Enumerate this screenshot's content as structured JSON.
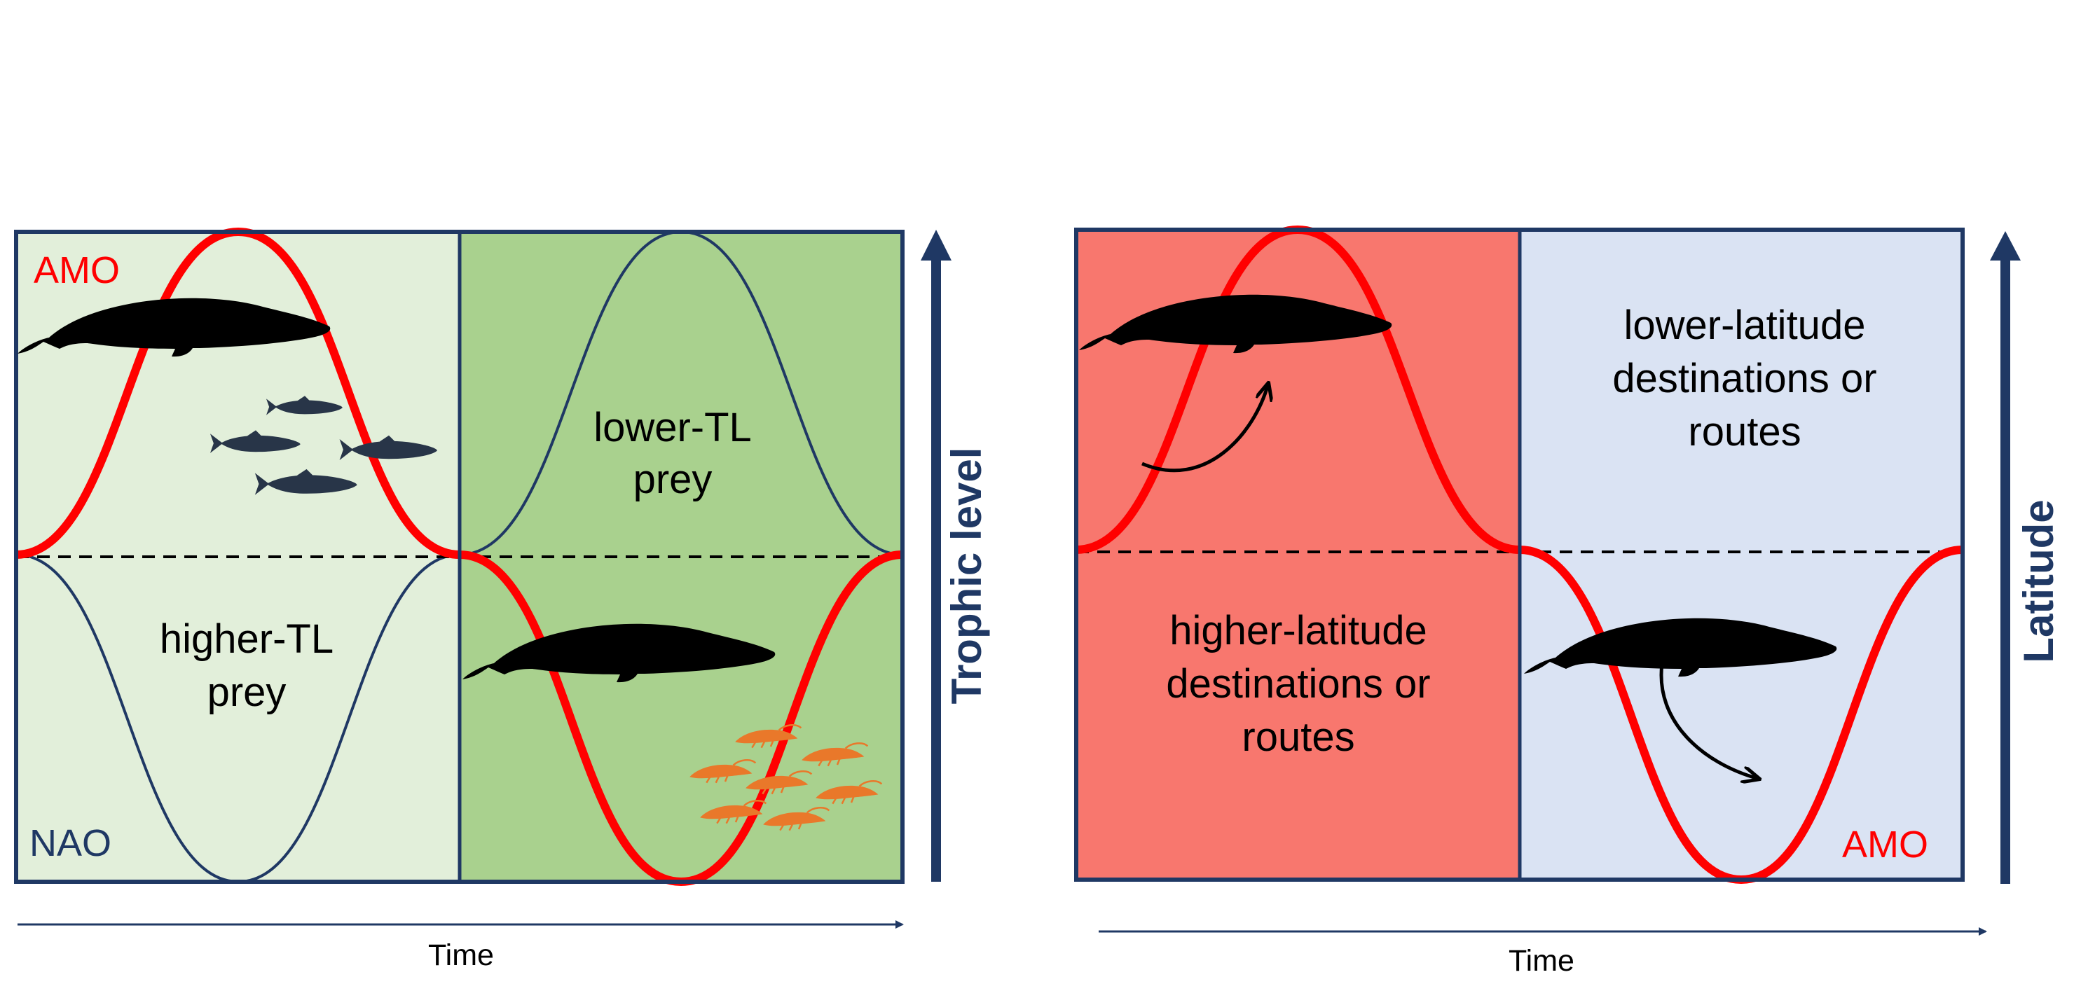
{
  "colors": {
    "frame": "#1f3864",
    "amo_curve": "#ff0000",
    "light_green": "#e2efda",
    "mid_green": "#a9d18e",
    "salmon": "#f8776e",
    "light_blue": "#dae3f3",
    "silhouette": "#000000",
    "forage_fish": "#283548",
    "krill": "#e9782a"
  },
  "left_panel": {
    "amo_label": "AMO",
    "nao_label": "NAO",
    "higher_prey_line1": "higher-TL",
    "higher_prey_line2": "prey",
    "lower_prey_line1": "lower-TL",
    "lower_prey_line2": "prey",
    "x_axis_label": "Time",
    "y_axis_label": "Trophic level"
  },
  "right_panel": {
    "amo_label": "AMO",
    "lower_latitude_line1": "lower-latitude",
    "lower_latitude_line2": "destinations or",
    "lower_latitude_line3": "routes",
    "higher_latitude_line1": "higher-latitude",
    "higher_latitude_line2": "destinations or",
    "higher_latitude_line3": "routes",
    "x_axis_label": "Time",
    "y_axis_label": "Latitude"
  },
  "icons": [
    "whale-icon",
    "forage-fish-icon",
    "krill-icon",
    "curved-arrow-icon"
  ]
}
